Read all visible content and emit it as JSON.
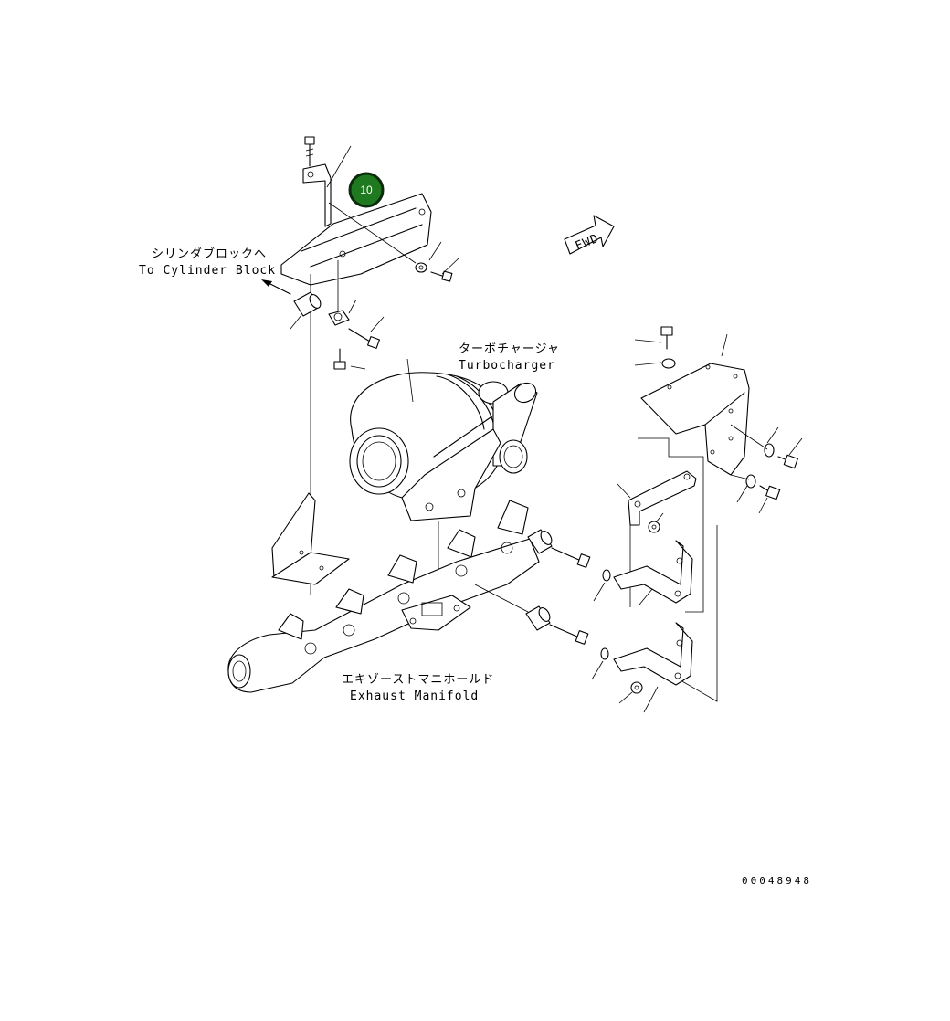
{
  "labels": {
    "cylinder_block_jp": "シリンダブロックへ",
    "cylinder_block_en": "To Cylinder Block",
    "turbocharger_jp": "ターボチャージャ",
    "turbocharger_en": "Turbocharger",
    "manifold_jp": "エキゾーストマニホールド",
    "manifold_en": "Exhaust Manifold",
    "fwd": "FWD"
  },
  "callout": {
    "number": "10",
    "color": "#1f7a1f"
  },
  "drawing_number": "00048948"
}
